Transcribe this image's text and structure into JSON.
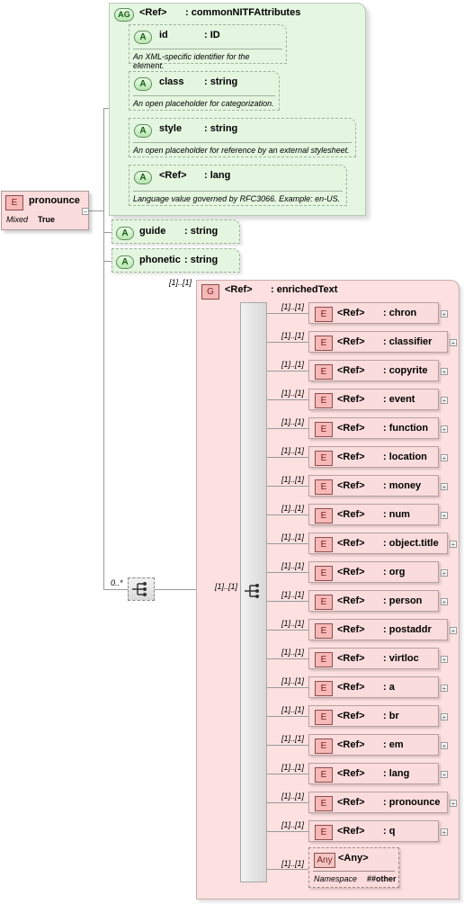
{
  "root": {
    "badge": "E",
    "name": "pronounce",
    "mixed_label": "Mixed",
    "mixed_value": "True"
  },
  "attribute_group": {
    "badge": "AG",
    "ref": "<Ref>",
    "type": ": commonNITFAttributes",
    "attributes": [
      {
        "badge": "A",
        "name": "id",
        "type": ": ID",
        "doc": "An XML-specific identifier for the element."
      },
      {
        "badge": "A",
        "name": "class",
        "type": ": string",
        "doc": "An open placeholder for categorization."
      },
      {
        "badge": "A",
        "name": "style",
        "type": ": string",
        "doc": "An open placeholder for reference by an external stylesheet."
      },
      {
        "badge": "A",
        "name": "<Ref>",
        "type": ": lang",
        "doc": "Language value governed by RFC3066. Example: en-US."
      }
    ]
  },
  "extra_attributes": [
    {
      "badge": "A",
      "name": "guide",
      "type": ": string"
    },
    {
      "badge": "A",
      "name": "phonetic",
      "type": ": string"
    }
  ],
  "choice_cardinality": "0..*",
  "group": {
    "badge": "G",
    "ref": "<Ref>",
    "type": ": enrichedText",
    "cardinality": "[1]..[1]"
  },
  "sequence_cardinality": "[1]..[1]",
  "elements": [
    {
      "card": "[1]..[1]",
      "badge": "E",
      "ref": "<Ref>",
      "type": ": chron"
    },
    {
      "card": "[1]..[1]",
      "badge": "E",
      "ref": "<Ref>",
      "type": ": classifier"
    },
    {
      "card": "[1]..[1]",
      "badge": "E",
      "ref": "<Ref>",
      "type": ": copyrite"
    },
    {
      "card": "[1]..[1]",
      "badge": "E",
      "ref": "<Ref>",
      "type": ": event"
    },
    {
      "card": "[1]..[1]",
      "badge": "E",
      "ref": "<Ref>",
      "type": ": function"
    },
    {
      "card": "[1]..[1]",
      "badge": "E",
      "ref": "<Ref>",
      "type": ": location"
    },
    {
      "card": "[1]..[1]",
      "badge": "E",
      "ref": "<Ref>",
      "type": ": money"
    },
    {
      "card": "[1]..[1]",
      "badge": "E",
      "ref": "<Ref>",
      "type": ": num"
    },
    {
      "card": "[1]..[1]",
      "badge": "E",
      "ref": "<Ref>",
      "type": ": object.title"
    },
    {
      "card": "[1]..[1]",
      "badge": "E",
      "ref": "<Ref>",
      "type": ": org"
    },
    {
      "card": "[1]..[1]",
      "badge": "E",
      "ref": "<Ref>",
      "type": ": person"
    },
    {
      "card": "[1]..[1]",
      "badge": "E",
      "ref": "<Ref>",
      "type": ": postaddr"
    },
    {
      "card": "[1]..[1]",
      "badge": "E",
      "ref": "<Ref>",
      "type": ": virtloc"
    },
    {
      "card": "[1]..[1]",
      "badge": "E",
      "ref": "<Ref>",
      "type": ": a"
    },
    {
      "card": "[1]..[1]",
      "badge": "E",
      "ref": "<Ref>",
      "type": ": br"
    },
    {
      "card": "[1]..[1]",
      "badge": "E",
      "ref": "<Ref>",
      "type": ": em"
    },
    {
      "card": "[1]..[1]",
      "badge": "E",
      "ref": "<Ref>",
      "type": ": lang"
    },
    {
      "card": "[1]..[1]",
      "badge": "E",
      "ref": "<Ref>",
      "type": ": pronounce"
    },
    {
      "card": "[1]..[1]",
      "badge": "E",
      "ref": "<Ref>",
      "type": ": q"
    }
  ],
  "any": {
    "card": "[1]..[1]",
    "badge": "Any",
    "name": "<Any>",
    "ns_label": "Namespace",
    "ns_value": "##other"
  }
}
